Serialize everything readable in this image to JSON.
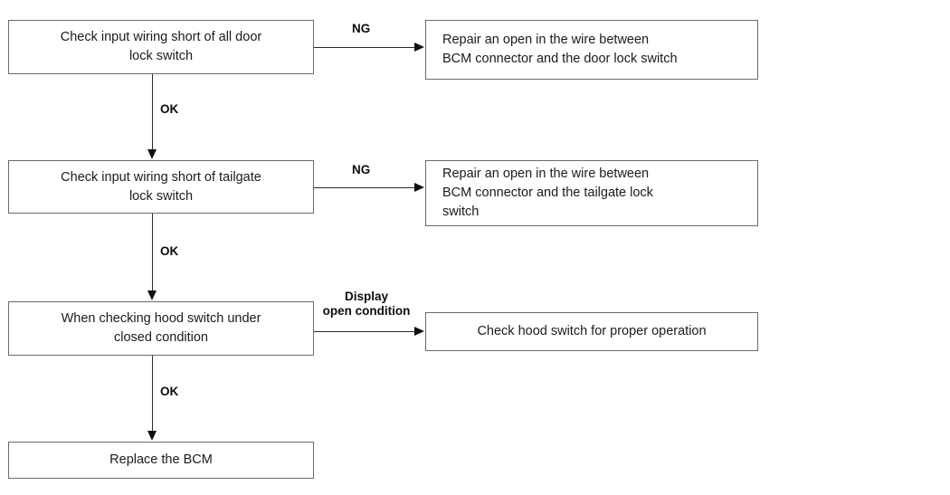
{
  "diagram": {
    "title": "BCM door/tailgate/hood switch input diagnostic flowchart",
    "nodes": [
      {
        "id": "check-door-lock-switch",
        "text": "Check input wiring short of all door\nlock switch"
      },
      {
        "id": "repair-door-lock-wire",
        "text": "Repair an open in the wire between\nBCM connector and the door lock switch"
      },
      {
        "id": "check-tailgate-lock-switch",
        "text": "Check input wiring short of tailgate\nlock switch"
      },
      {
        "id": "repair-tailgate-lock-wire",
        "text": "Repair an open in the wire between\nBCM connector and the tailgate lock\nswitch"
      },
      {
        "id": "check-hood-switch-closed",
        "text": "When checking hood switch under\nclosed condition"
      },
      {
        "id": "check-hood-switch-operation",
        "text": "Check hood switch for proper operation"
      },
      {
        "id": "replace-bcm",
        "text": "Replace the BCM"
      }
    ],
    "edge_labels": {
      "ng_1": "NG",
      "ng_2": "NG",
      "ok_1": "OK",
      "ok_2": "OK",
      "ok_3": "OK",
      "display_open": "Display\nopen condition"
    },
    "colors": {
      "box_border": "#6b6b6b",
      "connector": "#2b2b2b",
      "text": "#1b1b1b",
      "background": "#ffffff"
    }
  }
}
